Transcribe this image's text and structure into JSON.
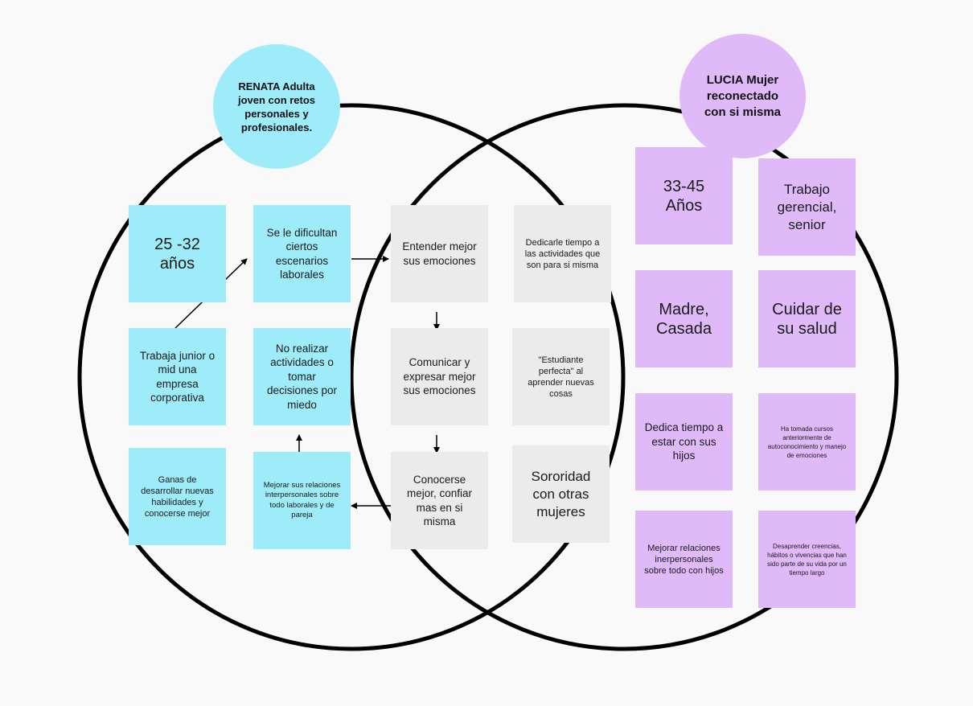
{
  "personas": {
    "renata": "RENATA  Adulta joven con retos personales y profesionales.",
    "lucia": "LUCIA Mujer reconectado con si misma"
  },
  "renata_notes": {
    "age": "25 -32\naños",
    "job": "Trabaja junior o mid una empresa corporativa",
    "goals": "Ganas de desarrollar nuevas habilidades y conocerse mejor",
    "work_scenarios": "Se le dificultan ciertos escenarios laborales",
    "fear": "No realizar actividades o tomar decisiones por miedo",
    "relations": "Mejorar sus relaciones interpersonales sobre todo laborales y de pareja"
  },
  "shared_notes": {
    "understand": "Entender mejor sus emociones",
    "communicate": "Comunicar  y expresar mejor sus emociones",
    "know_self": "Conocerse mejor, confiar mas en si misma",
    "self_time": "Dedicarle tiempo a las actividades que son para si misma",
    "perfect_student": "\"Estudiante perfecta\" al aprender nuevas cosas",
    "sorority": "Sororidad con otras mujeres"
  },
  "lucia_notes": {
    "age": "33-45\nAños",
    "job": "Trabajo gerencial, senior",
    "status": "Madre,\nCasada",
    "health": "Cuidar de su salud",
    "children_time": "Dedica tiempo a estar con sus hijos",
    "courses": "Ha tomada cursos anteriormente de autoconocimiento y manejo de emociones",
    "relations": "Mejorar relaciones inerpersonales sobre todo con hijos",
    "unlearn": "Desaprender creencias, hábitos o vivencias que han sido parte de su vida por un tiempo largo"
  },
  "colors": {
    "renata": "#9eebf9",
    "lucia": "#e0b9f8",
    "shared": "#ebebeb",
    "ring": "#000000",
    "background": "#f9f9f9"
  }
}
